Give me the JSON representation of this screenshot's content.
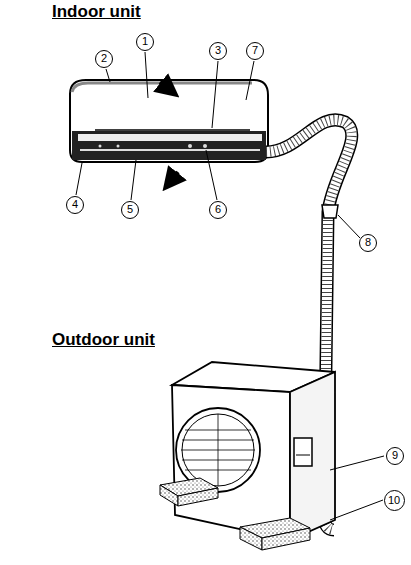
{
  "diagram": {
    "labels": [
      "Indoor unit",
      "Outdoor unit",
      "1",
      "2",
      "3",
      "4",
      "5",
      "6",
      "7",
      "8",
      "9",
      "10"
    ]
  }
}
